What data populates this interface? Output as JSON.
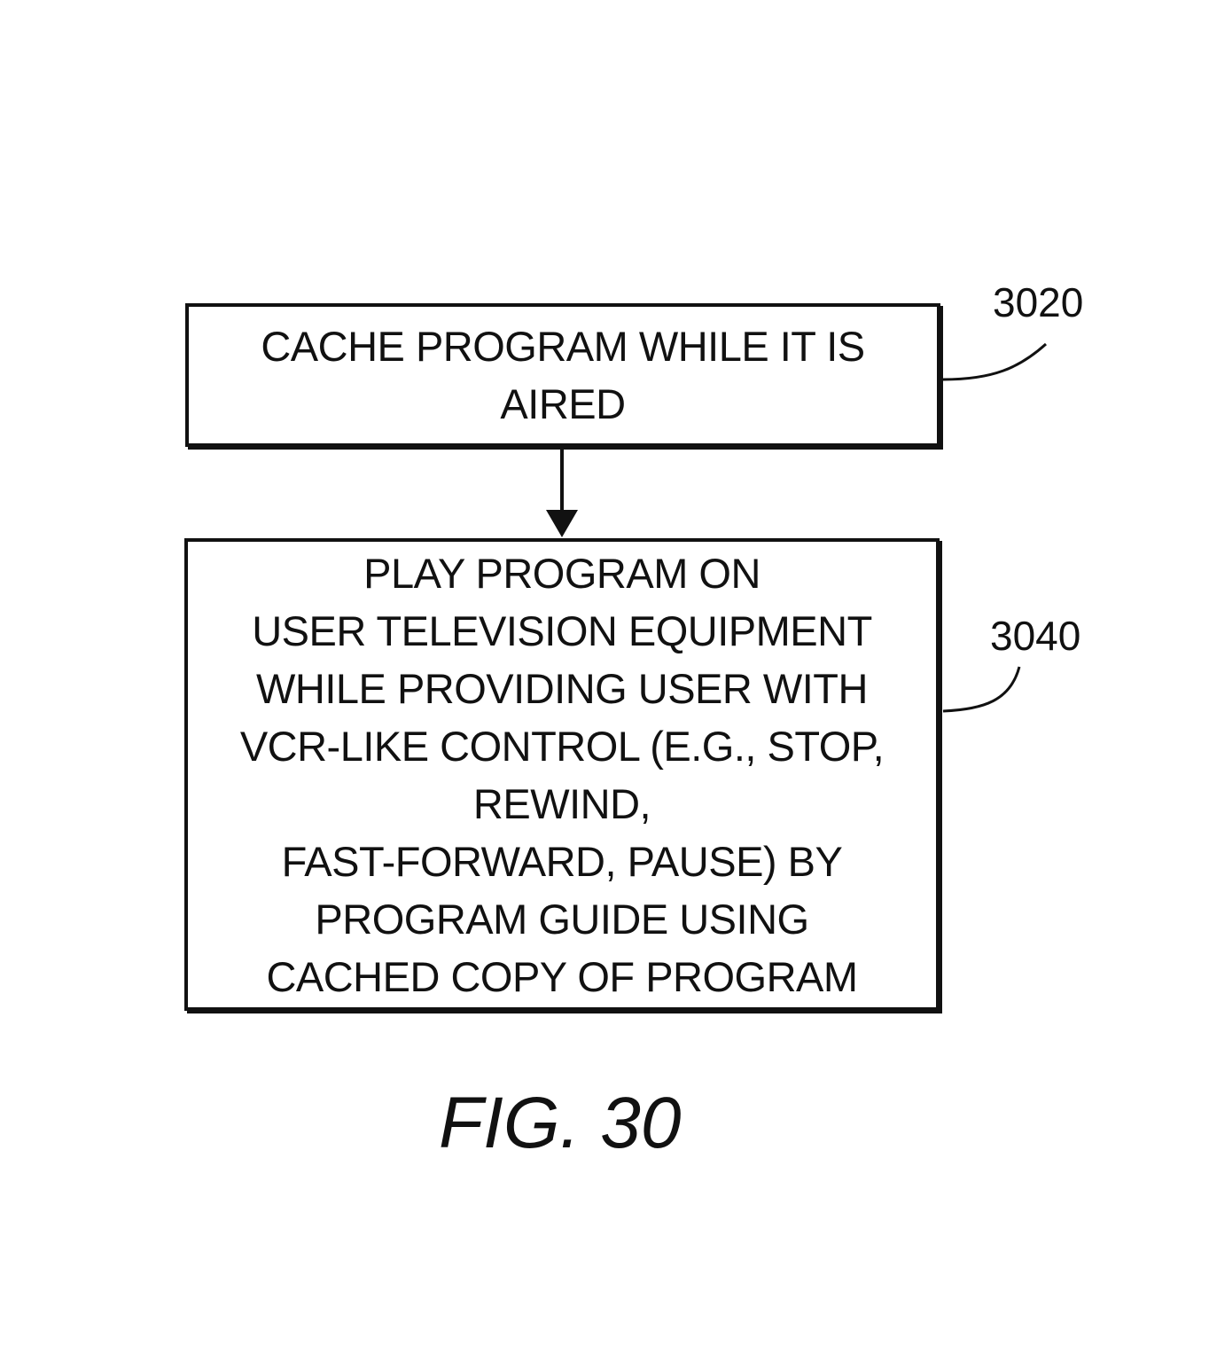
{
  "steps": [
    {
      "ref": "3020",
      "lines": [
        "CACHE PROGRAM WHILE IT IS",
        "AIRED"
      ]
    },
    {
      "ref": "3040",
      "lines": [
        "PLAY PROGRAM ON",
        "USER TELEVISION EQUIPMENT",
        "WHILE PROVIDING USER WITH",
        "VCR-LIKE CONTROL (E.G., STOP,",
        "REWIND,",
        "FAST-FORWARD, PAUSE) BY",
        "PROGRAM GUIDE USING",
        "CACHED COPY OF PROGRAM"
      ]
    }
  ],
  "caption": "FIG. 30"
}
